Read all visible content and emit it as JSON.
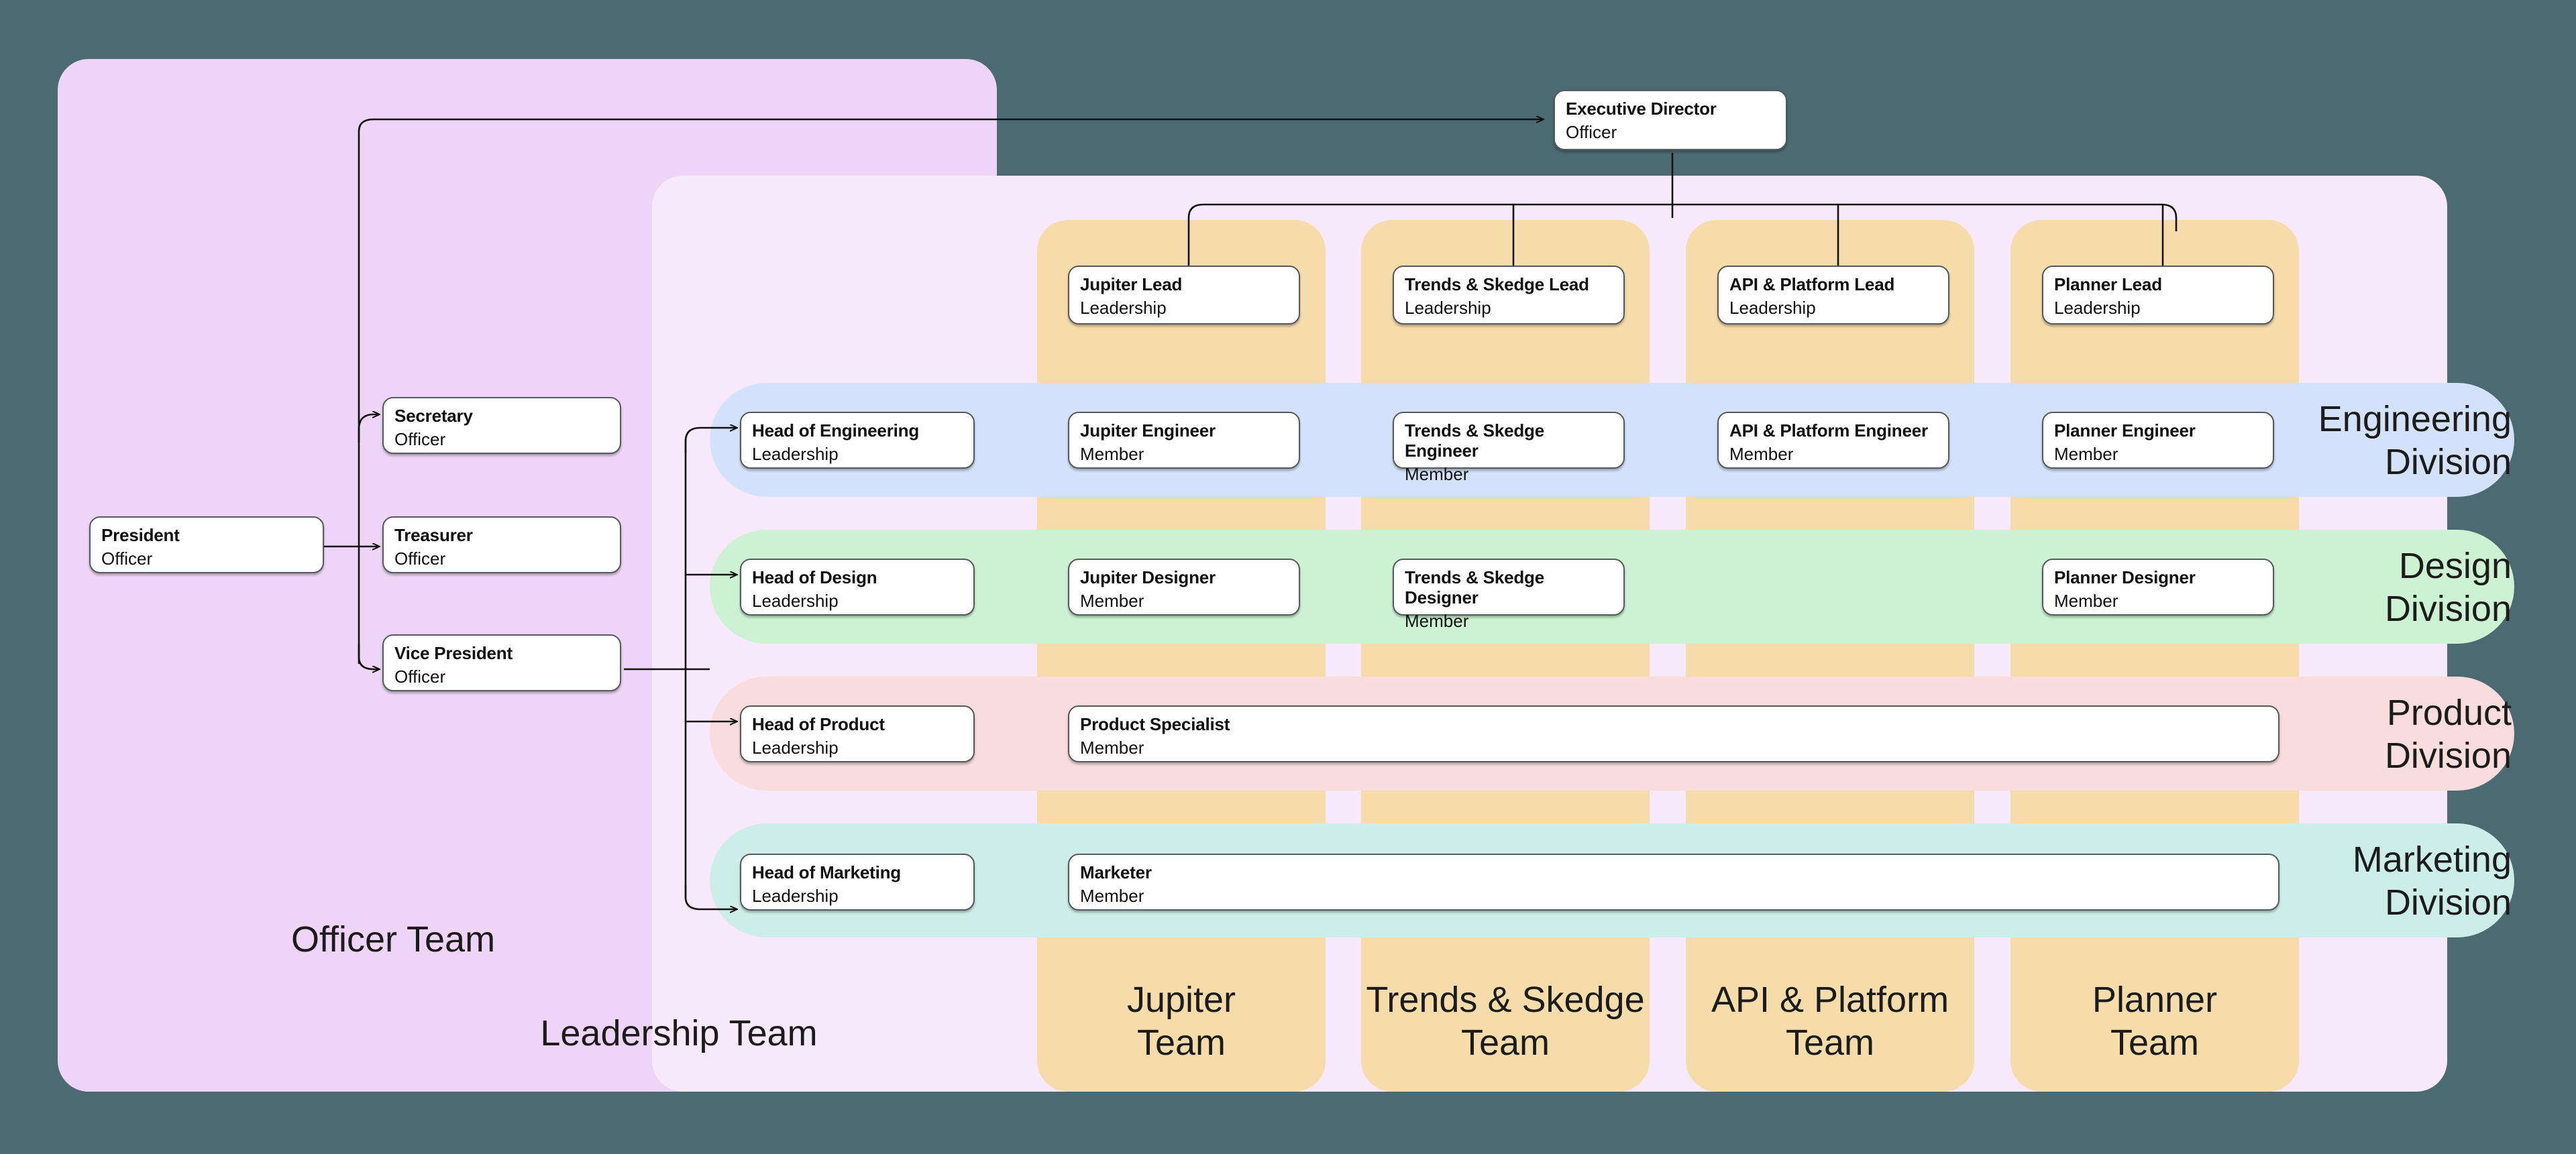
{
  "diagram": {
    "title": "Organization Chart",
    "background_color": "#4c6a72"
  },
  "groups": [
    {
      "key": "officer",
      "label": "Officer Team",
      "color": "#eed4f7"
    },
    {
      "key": "leadership",
      "label": "Leadership Team",
      "color": "#f8e8fb"
    }
  ],
  "teams": [
    {
      "key": "jupiter",
      "label": "Jupiter\nTeam",
      "color": "#f7dcab"
    },
    {
      "key": "trends",
      "label": "Trends & Skedge\nTeam",
      "color": "#f7dcab"
    },
    {
      "key": "api",
      "label": "API & Platform\nTeam",
      "color": "#f7dcab"
    },
    {
      "key": "planner",
      "label": "Planner\nTeam",
      "color": "#f7dcab"
    }
  ],
  "divisions": [
    {
      "key": "engineering",
      "label": "Engineering\nDivision",
      "color": "#d3e2fa"
    },
    {
      "key": "design",
      "label": "Design\nDivision",
      "color": "#ccf2d3"
    },
    {
      "key": "product",
      "label": "Product\nDivision",
      "color": "#f9dcdc"
    },
    {
      "key": "marketing",
      "label": "Marketing\nDivision",
      "color": "#cdeee8"
    }
  ],
  "nodes": {
    "president": {
      "title": "President",
      "role": "Officer"
    },
    "secretary": {
      "title": "Secretary",
      "role": "Officer"
    },
    "treasurer": {
      "title": "Treasurer",
      "role": "Officer"
    },
    "vice_president": {
      "title": "Vice President",
      "role": "Officer"
    },
    "executive_director": {
      "title": "Executive Director",
      "role": "Officer"
    },
    "jupiter_lead": {
      "title": "Jupiter Lead",
      "role": "Leadership"
    },
    "trends_lead": {
      "title": "Trends & Skedge Lead",
      "role": "Leadership"
    },
    "api_lead": {
      "title": "API & Platform Lead",
      "role": "Leadership"
    },
    "planner_lead": {
      "title": "Planner Lead",
      "role": "Leadership"
    },
    "head_engineering": {
      "title": "Head of Engineering",
      "role": "Leadership"
    },
    "jupiter_engineer": {
      "title": "Jupiter Engineer",
      "role": "Member"
    },
    "trends_engineer": {
      "title": "Trends & Skedge Engineer",
      "role": "Member"
    },
    "api_engineer": {
      "title": "API & Platform Engineer",
      "role": "Member"
    },
    "planner_engineer": {
      "title": "Planner Engineer",
      "role": "Member"
    },
    "head_design": {
      "title": "Head of Design",
      "role": "Leadership"
    },
    "jupiter_designer": {
      "title": "Jupiter Designer",
      "role": "Member"
    },
    "trends_designer": {
      "title": "Trends & Skedge Designer",
      "role": "Member"
    },
    "planner_designer": {
      "title": "Planner Designer",
      "role": "Member"
    },
    "head_product": {
      "title": "Head of Product",
      "role": "Leadership"
    },
    "product_specialist": {
      "title": "Product Specialist",
      "role": "Member"
    },
    "head_marketing": {
      "title": "Head of Marketing",
      "role": "Leadership"
    },
    "marketer": {
      "title": "Marketer",
      "role": "Member"
    }
  }
}
